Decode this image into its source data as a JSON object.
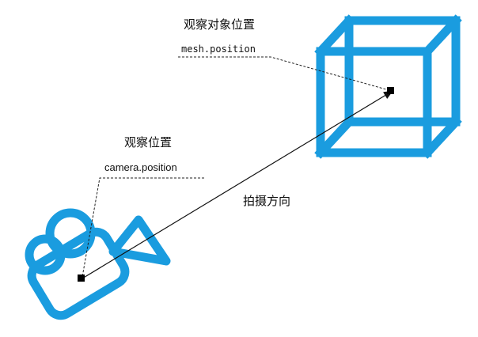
{
  "labels": {
    "target_title": "观察对象位置",
    "target_code": "mesh.position",
    "camera_title": "观察位置",
    "camera_code": "camera.position",
    "direction": "拍摄方向"
  },
  "colors": {
    "icon_blue": "#1A9CDF",
    "line": "#111111",
    "marker": "#000000"
  },
  "icons": {
    "target": "wireframe-cube-icon",
    "source": "video-camera-icon"
  }
}
